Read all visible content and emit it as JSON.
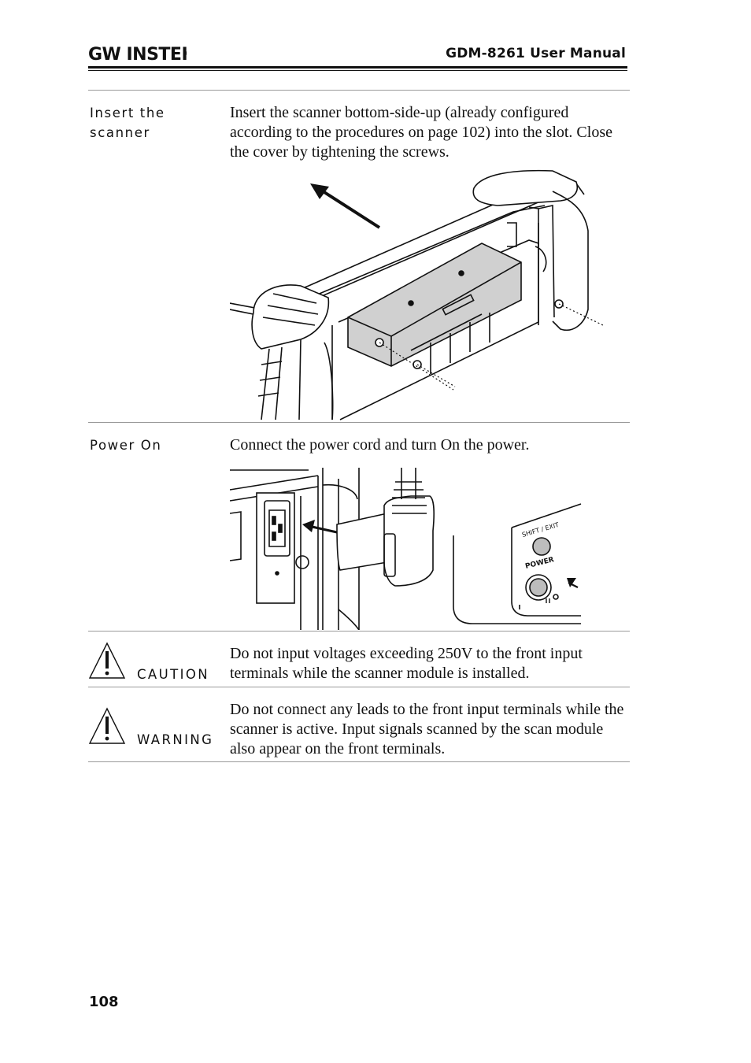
{
  "header": {
    "logo_text": "GW INSTEK",
    "doc_title": "GDM-8261 User Manual"
  },
  "sections": [
    {
      "label_lines": [
        "Insert the",
        "scanner"
      ],
      "text": "Insert the scanner bottom-side-up (already configured according to the procedures on page 102) into the slot. Close the cover by tightening the screws."
    },
    {
      "label_lines": [
        "Power On"
      ],
      "text": "Connect the power cord and turn On the power.",
      "panel_labels": {
        "shift_exit": "SHIFT / EXIT",
        "power": "POWER"
      }
    }
  ],
  "notices": [
    {
      "type": "CAUTION",
      "text": "Do not input voltages exceeding 250V to the front input terminals while the scanner module is installed."
    },
    {
      "type": "WARNING",
      "text": "Do not connect any leads to the front input terminals while the scanner is active. Input signals scanned by the scan module also appear on the front terminals."
    }
  ],
  "footer": {
    "page_number": "108"
  }
}
